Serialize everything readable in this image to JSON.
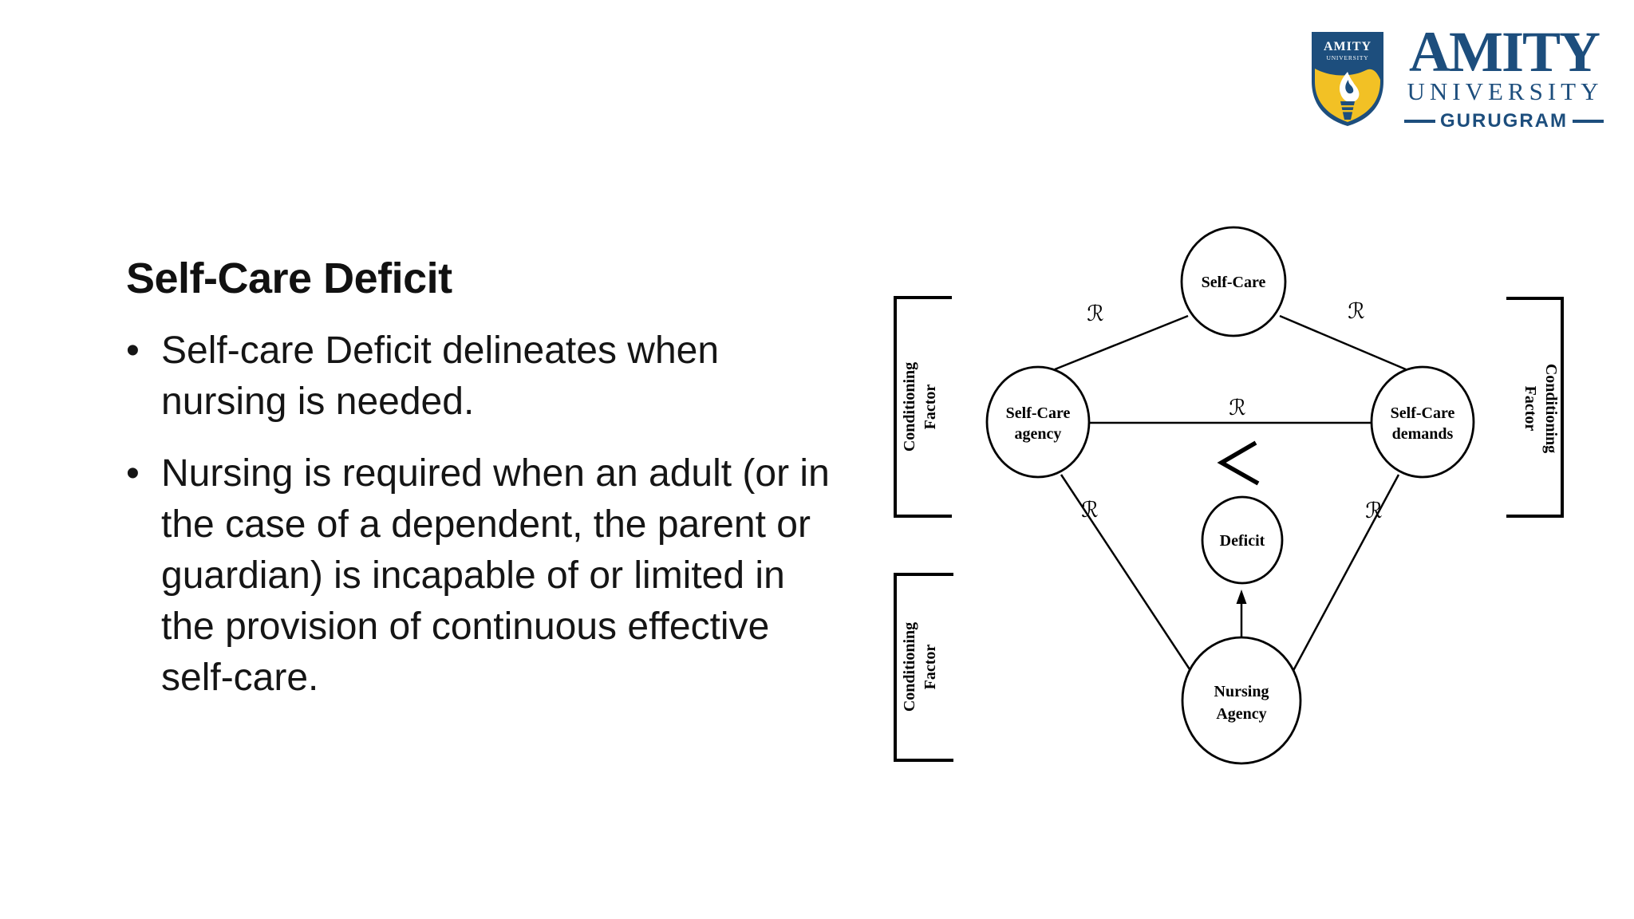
{
  "slide": {
    "title": "Self-Care Deficit",
    "bullet_char": "•",
    "bullets": [
      "Self-care Deficit delineates when nursing is needed.",
      "Nursing is required when an adult (or in the case of a dependent, the parent or guardian) is incapable of or limited in the provision of continuous effective self-care."
    ]
  },
  "logo": {
    "shield_line1": "AMITY",
    "shield_line2": "UNIVERSITY",
    "wordmark": "AMITY",
    "wordmark_sub": "UNIVERSITY",
    "city": "GURUGRAM",
    "colors": {
      "navy": "#1d4e7d",
      "gold": "#f2c125"
    }
  },
  "diagram": {
    "relation_symbol": "ℛ",
    "comparison_symbol": "<",
    "conditioning": {
      "line1": "Conditioning",
      "line2": "Factor"
    },
    "nodes": {
      "self_care": {
        "label": "Self-Care"
      },
      "self_care_agency": {
        "line1": "Self-Care",
        "line2": "agency"
      },
      "self_care_demands": {
        "line1": "Self-Care",
        "line2": "demands"
      },
      "deficit": {
        "label": "Deficit"
      },
      "nursing_agency": {
        "line1": "Nursing",
        "line2": "Agency"
      }
    }
  }
}
